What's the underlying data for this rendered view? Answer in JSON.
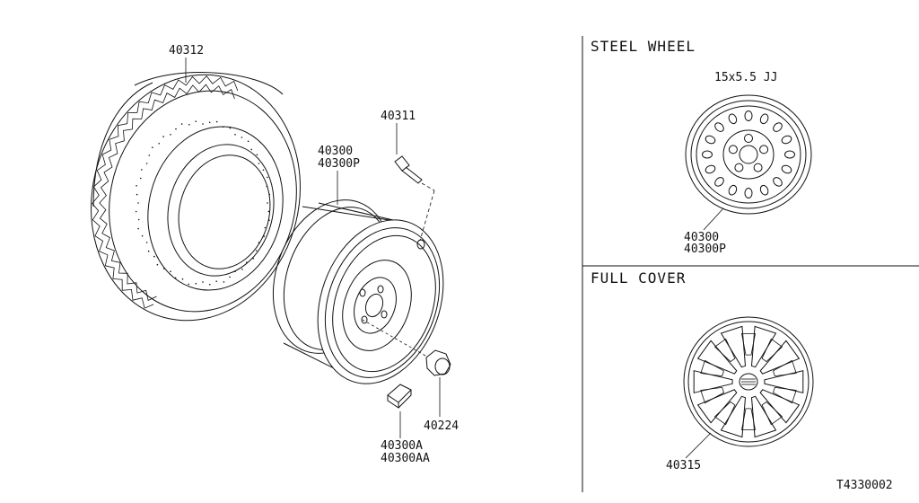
{
  "parts": {
    "tire": "40312",
    "valve": "40311",
    "wheel_main": "40300",
    "wheel_alt": "40300P",
    "lug_nut": "40224",
    "balance_weight_a": "40300A",
    "balance_weight_aa": "40300AA",
    "steel_wheel_main": "40300",
    "steel_wheel_alt": "40300P",
    "full_cover": "40315"
  },
  "panels": {
    "steel_wheel": {
      "title": "STEEL WHEEL",
      "size": "15x5.5 JJ"
    },
    "full_cover": {
      "title": "FULL COVER"
    }
  },
  "diagram_code": "T4330002"
}
